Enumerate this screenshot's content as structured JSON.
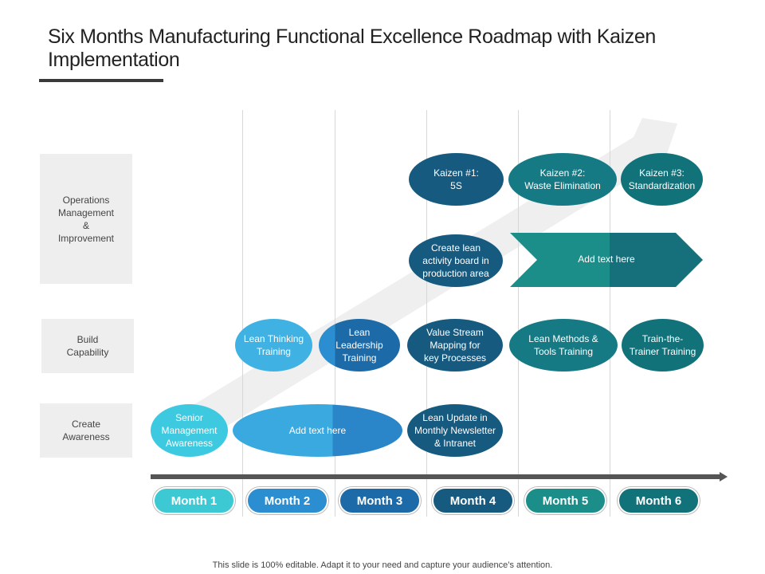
{
  "title": "Six Months Manufacturing Functional Excellence Roadmap with Kaizen Implementation",
  "footer": "This slide is 100% editable. Adapt it to your need and capture your audience’s attention.",
  "rows": [
    {
      "label": "Operations\nManagement\n&\nImprovement"
    },
    {
      "label": "Build\nCapability"
    },
    {
      "label": "Create\nAwareness"
    }
  ],
  "nodes": {
    "kaizen1": "Kaizen #1:\n5S",
    "kaizen2": "Kaizen #2:\nWaste Elimination",
    "kaizen3": "Kaizen #3:\nStandardization",
    "lean_board": "Create lean\nactivity board in\nproduction area",
    "add_text_arrow": "Add text here",
    "lean_thinking": "Lean Thinking\nTraining",
    "lean_leadership": "Lean\nLeadership\nTraining",
    "value_stream": "Value Stream\nMapping for\nkey Processes",
    "lean_methods": "Lean Methods &\nTools Training",
    "train_trainer": "Train-the-\nTrainer Training",
    "senior_mgmt": "Senior\nManagement\nAwareness",
    "add_text_ellipse": "Add text here",
    "lean_update": "Lean Update in\nMonthly Newsletter\n& Intranet"
  },
  "months": [
    "Month 1",
    "Month 2",
    "Month 3",
    "Month 4",
    "Month 5",
    "Month 6"
  ],
  "colors": {
    "month1": "#3dc9d4",
    "month2": "#2b8ed0",
    "month3": "#1d6aa8",
    "month4": "#175a80",
    "month5": "#1b8e8a",
    "month6": "#12727a",
    "timeline": "#555555",
    "big_arrow": "#efefef"
  }
}
